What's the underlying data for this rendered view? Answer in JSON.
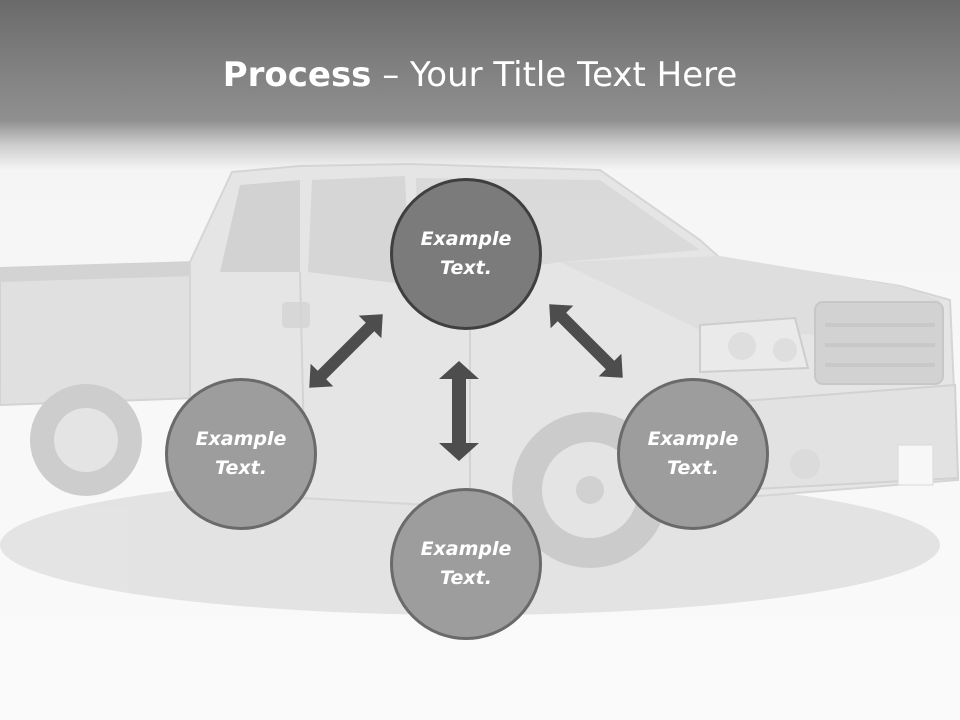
{
  "title": {
    "bold": "Process",
    "rest": " – Your Title Text Here"
  },
  "nodes": [
    {
      "id": "top",
      "text": "Example\nText."
    },
    {
      "id": "left",
      "text": "Example\nText."
    },
    {
      "id": "bottom",
      "text": "Example\nText."
    },
    {
      "id": "right",
      "text": "Example\nText."
    }
  ],
  "colors": {
    "title": "#ffffff",
    "header": "#7a7a7a",
    "node_primary": "#7b7b7b",
    "node_secondary": "#9d9d9d",
    "arrow": "#4d4d4d"
  },
  "icons": [
    "pickup-truck-image",
    "double-arrow-icon"
  ]
}
